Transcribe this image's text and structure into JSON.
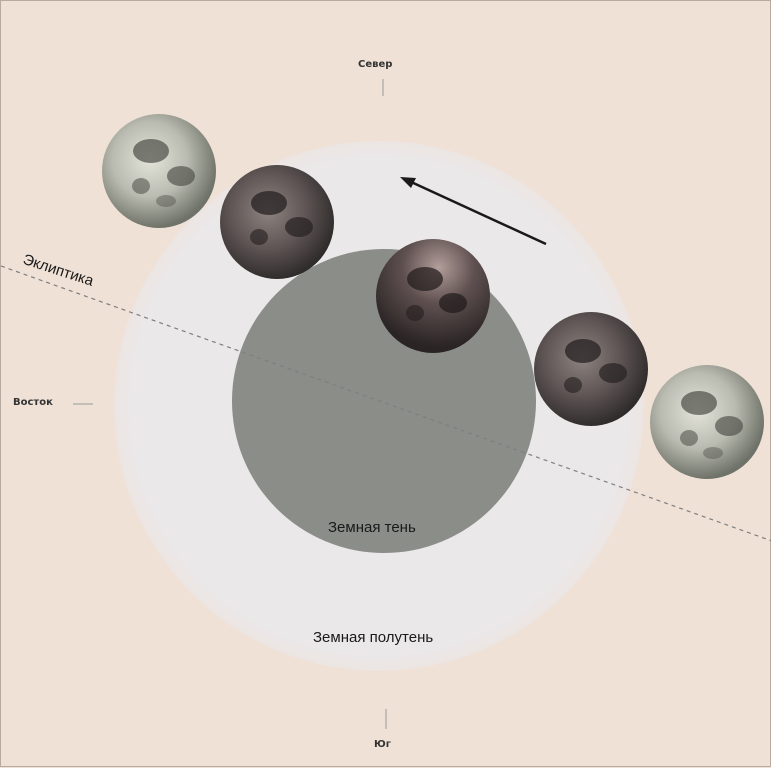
{
  "labels": {
    "north": "Север",
    "south": "Юг",
    "east": "Восток",
    "ecliptic": "Эклиптика",
    "umbra": "Земная тень",
    "penumbra": "Земная полутень"
  },
  "colors": {
    "background": "#efe1d6",
    "penumbra": "#ebe8ea",
    "umbra": "#8a8d88",
    "ecliptic_line": "#7a7a7a",
    "arrow": "#1a1a1a"
  },
  "icons": {
    "motion_arrow": "arrow-up-left-icon",
    "moon": "moon-icon"
  },
  "moon_phases": [
    {
      "name": "moon-1",
      "tone": "full"
    },
    {
      "name": "moon-2",
      "tone": "dark"
    },
    {
      "name": "moon-3",
      "tone": "eclipsed"
    },
    {
      "name": "moon-4",
      "tone": "dark"
    },
    {
      "name": "moon-5",
      "tone": "full"
    }
  ]
}
